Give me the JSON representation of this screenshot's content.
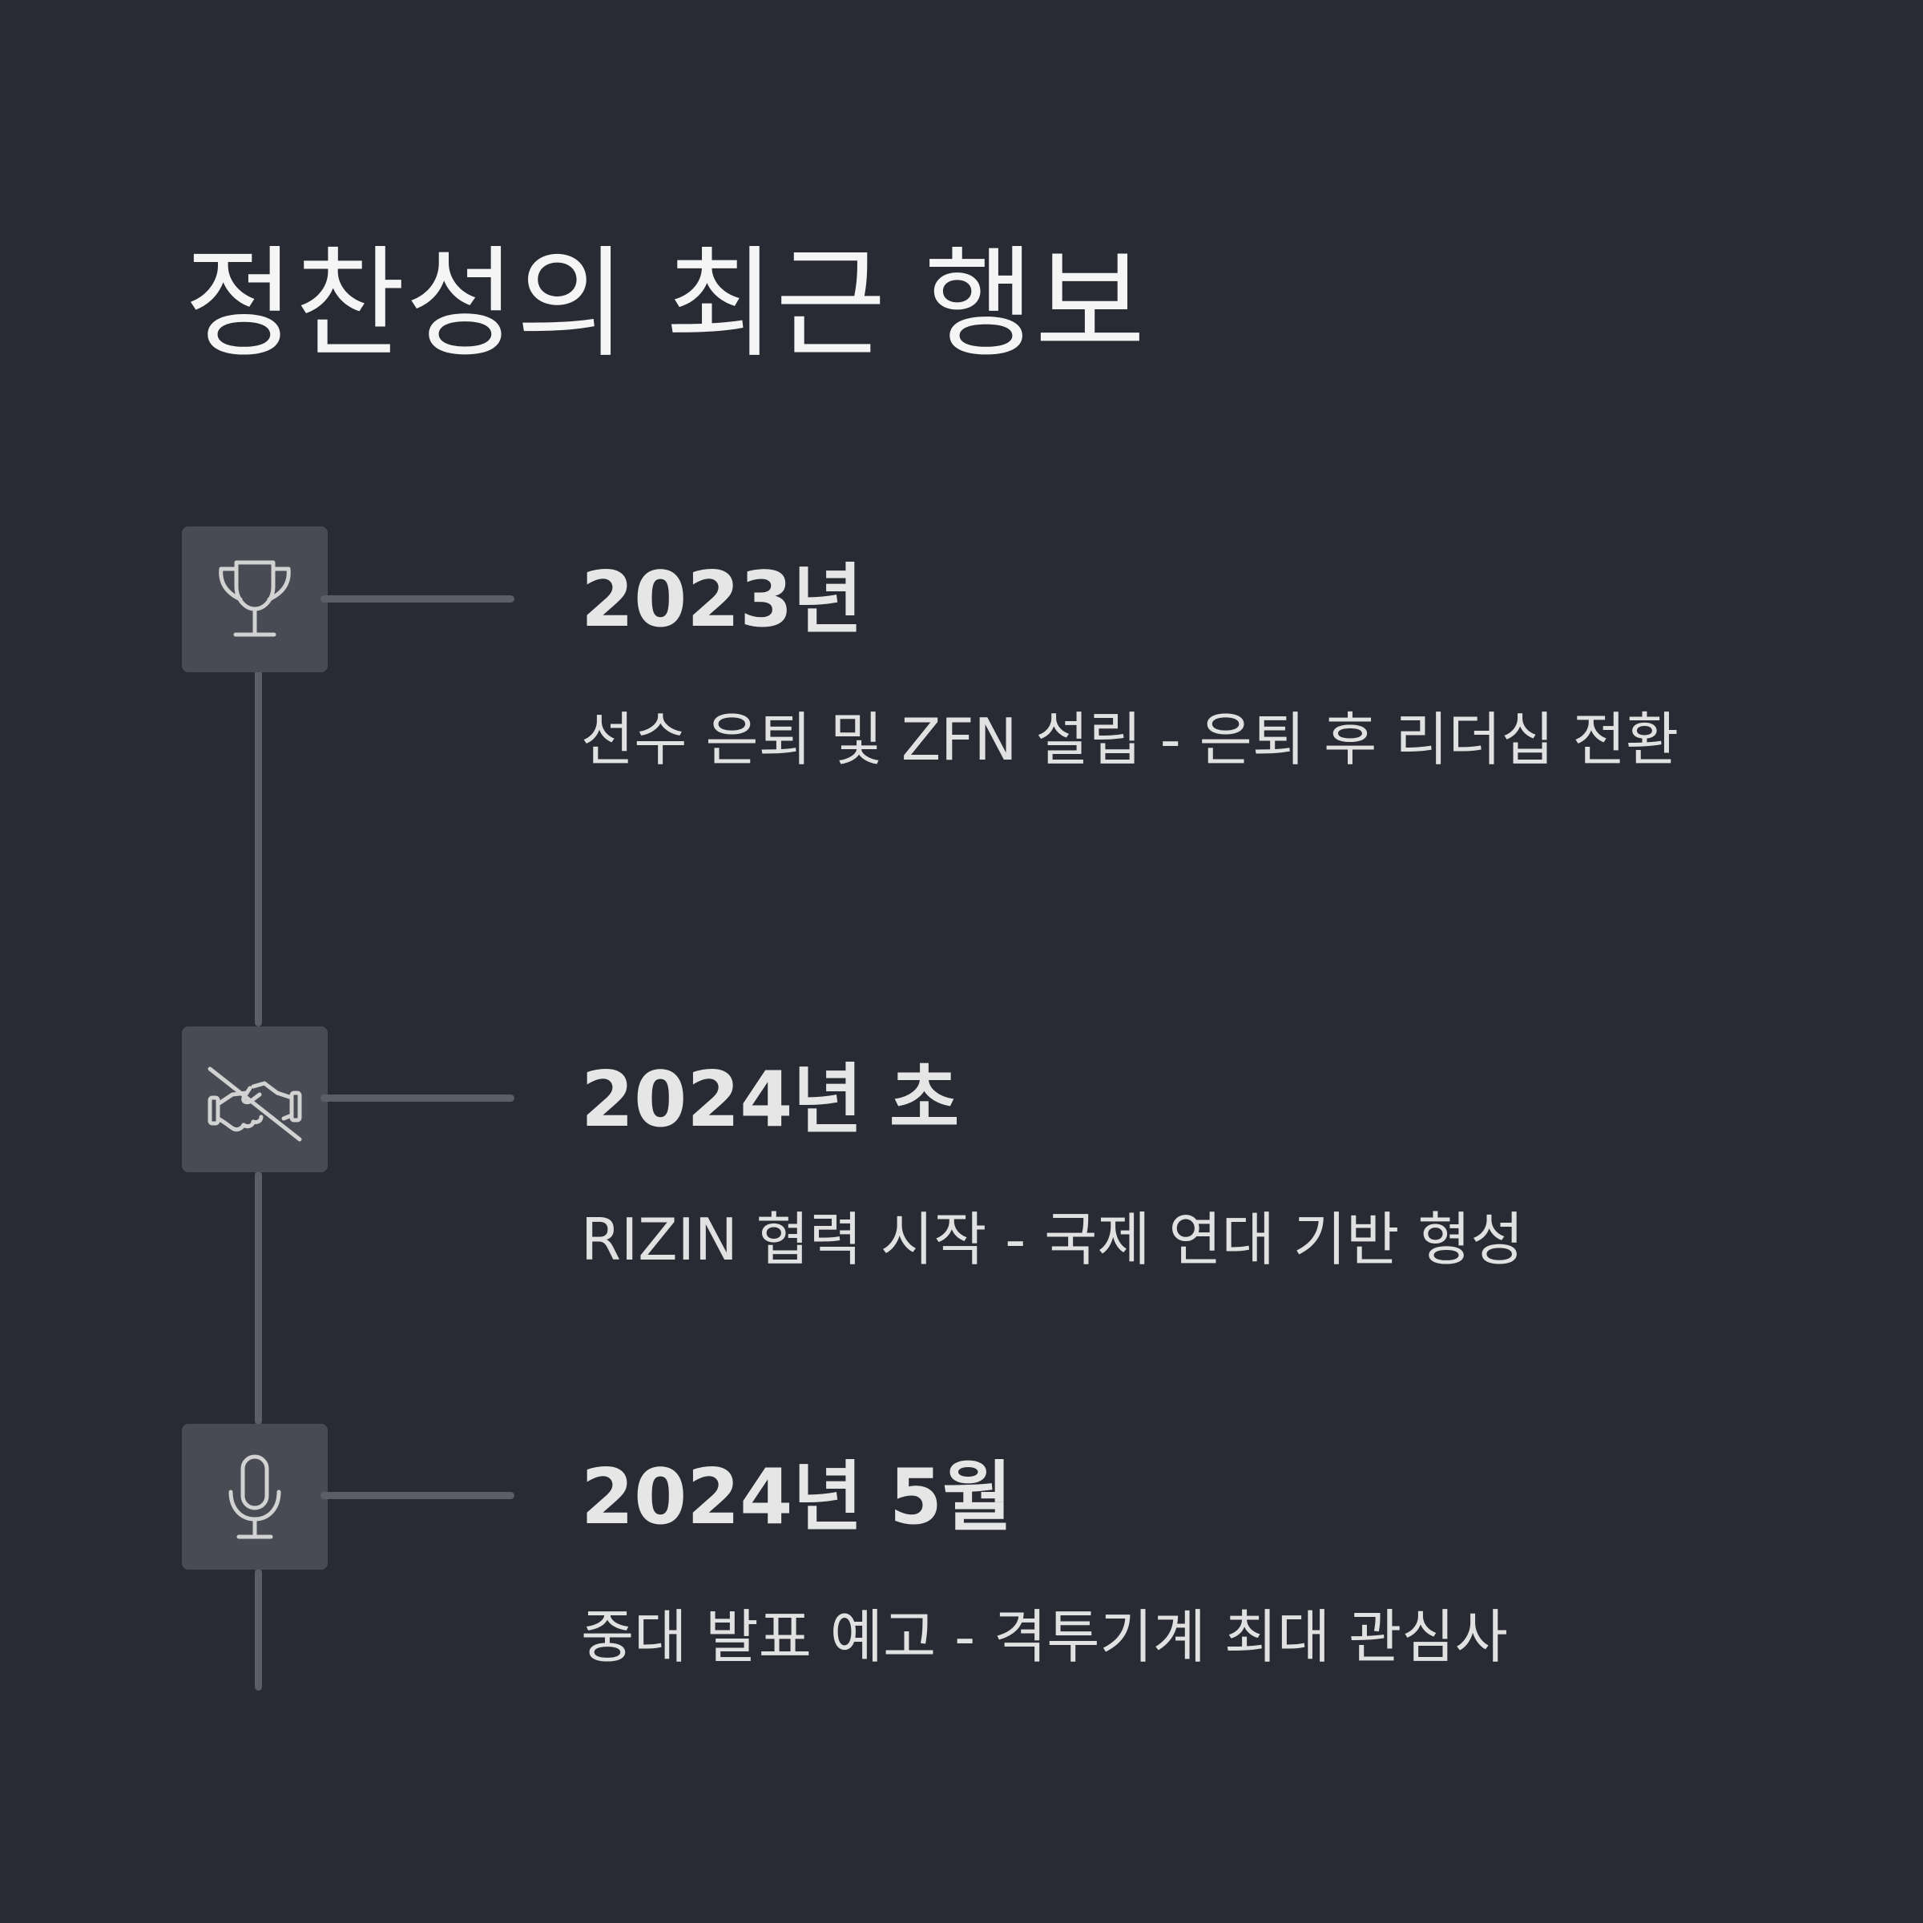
{
  "title": "정찬성의 최근 행보",
  "events": [
    {
      "date": "2023년",
      "description": "선수 은퇴 및 ZFN 설립 - 은퇴 후 리더십 전환",
      "icon": "trophy-icon"
    },
    {
      "date": "2024년 초",
      "description": "RIZIN 협력 시작 - 국제 연대 기반 형성",
      "icon": "handshake-off-icon"
    },
    {
      "date": "2024년 5월",
      "description": "중대 발표 예고 - 격투기계 최대 관심사",
      "icon": "microphone-icon"
    }
  ],
  "colors": {
    "background": "#282b33",
    "icon_box": "#484b53",
    "connector": "#5b5e66",
    "text": "#e6e6e6"
  }
}
